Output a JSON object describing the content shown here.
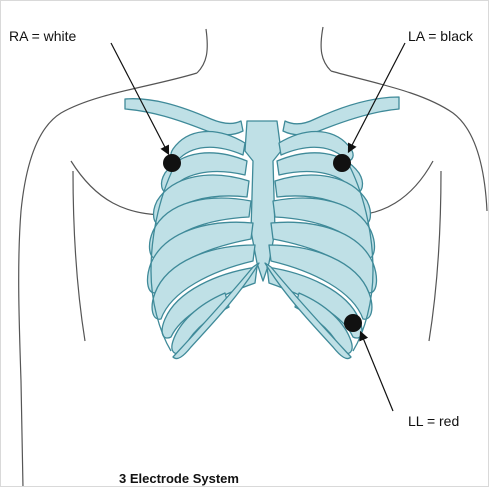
{
  "electrodes": {
    "ra": {
      "label": "RA =  white",
      "color": "#111111"
    },
    "la": {
      "label": "LA =  black",
      "color": "#111111"
    },
    "ll": {
      "label": "LL =  red",
      "color": "#111111"
    }
  },
  "caption": "3 Electrode System",
  "colors": {
    "rib_fill": "#bfe0e6",
    "rib_stroke": "#3f8a99",
    "body_outline": "#555555",
    "leader_line": "#111111"
  }
}
